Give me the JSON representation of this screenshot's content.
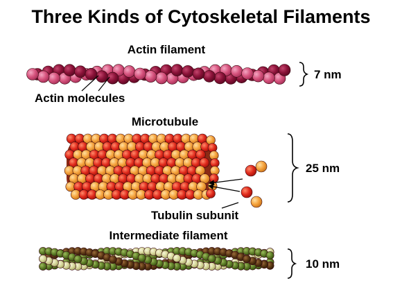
{
  "title": "Three Kinds of Cytoskeletal Filaments",
  "actin": {
    "name": "Actin filament",
    "part_label": "Actin molecules",
    "size": "7 nm",
    "colors": [
      "#d6537d",
      "#8a1238"
    ]
  },
  "microtubule": {
    "name": "Microtubule",
    "part_label": "Tubulin subunit",
    "size": "25 nm",
    "colors": [
      "#e02a1c",
      "#f5a23c"
    ]
  },
  "intermediate": {
    "name": "Intermediate filament",
    "size": "10 nm",
    "colors": [
      "#d6d69a",
      "#5e7d28",
      "#5a3714"
    ]
  }
}
